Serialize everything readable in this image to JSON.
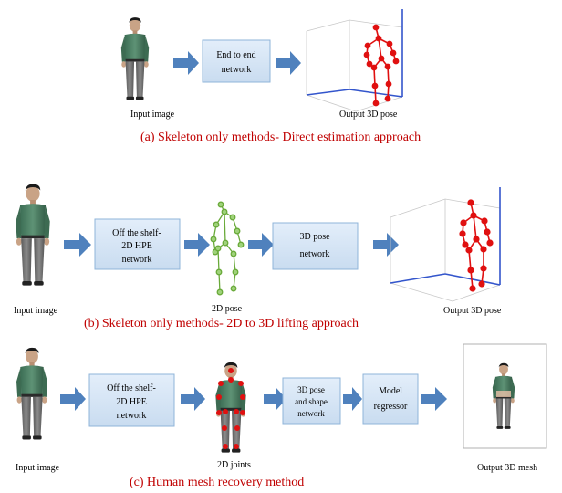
{
  "panel_a": {
    "box": [
      "End to end",
      "network"
    ],
    "input_label": "Input image",
    "output_label": "Output 3D pose",
    "caption": "(a) Skeleton only methods- Direct estimation approach"
  },
  "panel_b": {
    "box1": [
      "Off the shelf-",
      "2D HPE",
      "network"
    ],
    "box2": [
      "3D pose",
      "network"
    ],
    "input_label": "Input image",
    "pose2d_label": "2D pose",
    "output_label": "Output 3D pose",
    "caption": "(b) Skeleton only methods- 2D to 3D lifting approach"
  },
  "panel_c": {
    "box1": [
      "Off the shelf-",
      "2D HPE",
      "network"
    ],
    "box2": [
      "3D pose",
      "and shape",
      "network"
    ],
    "box3": [
      "Model",
      "regressor"
    ],
    "input_label": "Input image",
    "joints_label": "2D joints",
    "output_label": "Output 3D mesh",
    "caption": "(c) Human mesh recovery method"
  },
  "colors": {
    "box_fill": "#d6e6f5",
    "box_stroke": "#8fb4d9",
    "arrow": "#4f81bd",
    "caption": "#c00000",
    "pose3d": "#e01010",
    "pose2d": "#6aaa3a",
    "axis_blue": "#3355cc"
  }
}
